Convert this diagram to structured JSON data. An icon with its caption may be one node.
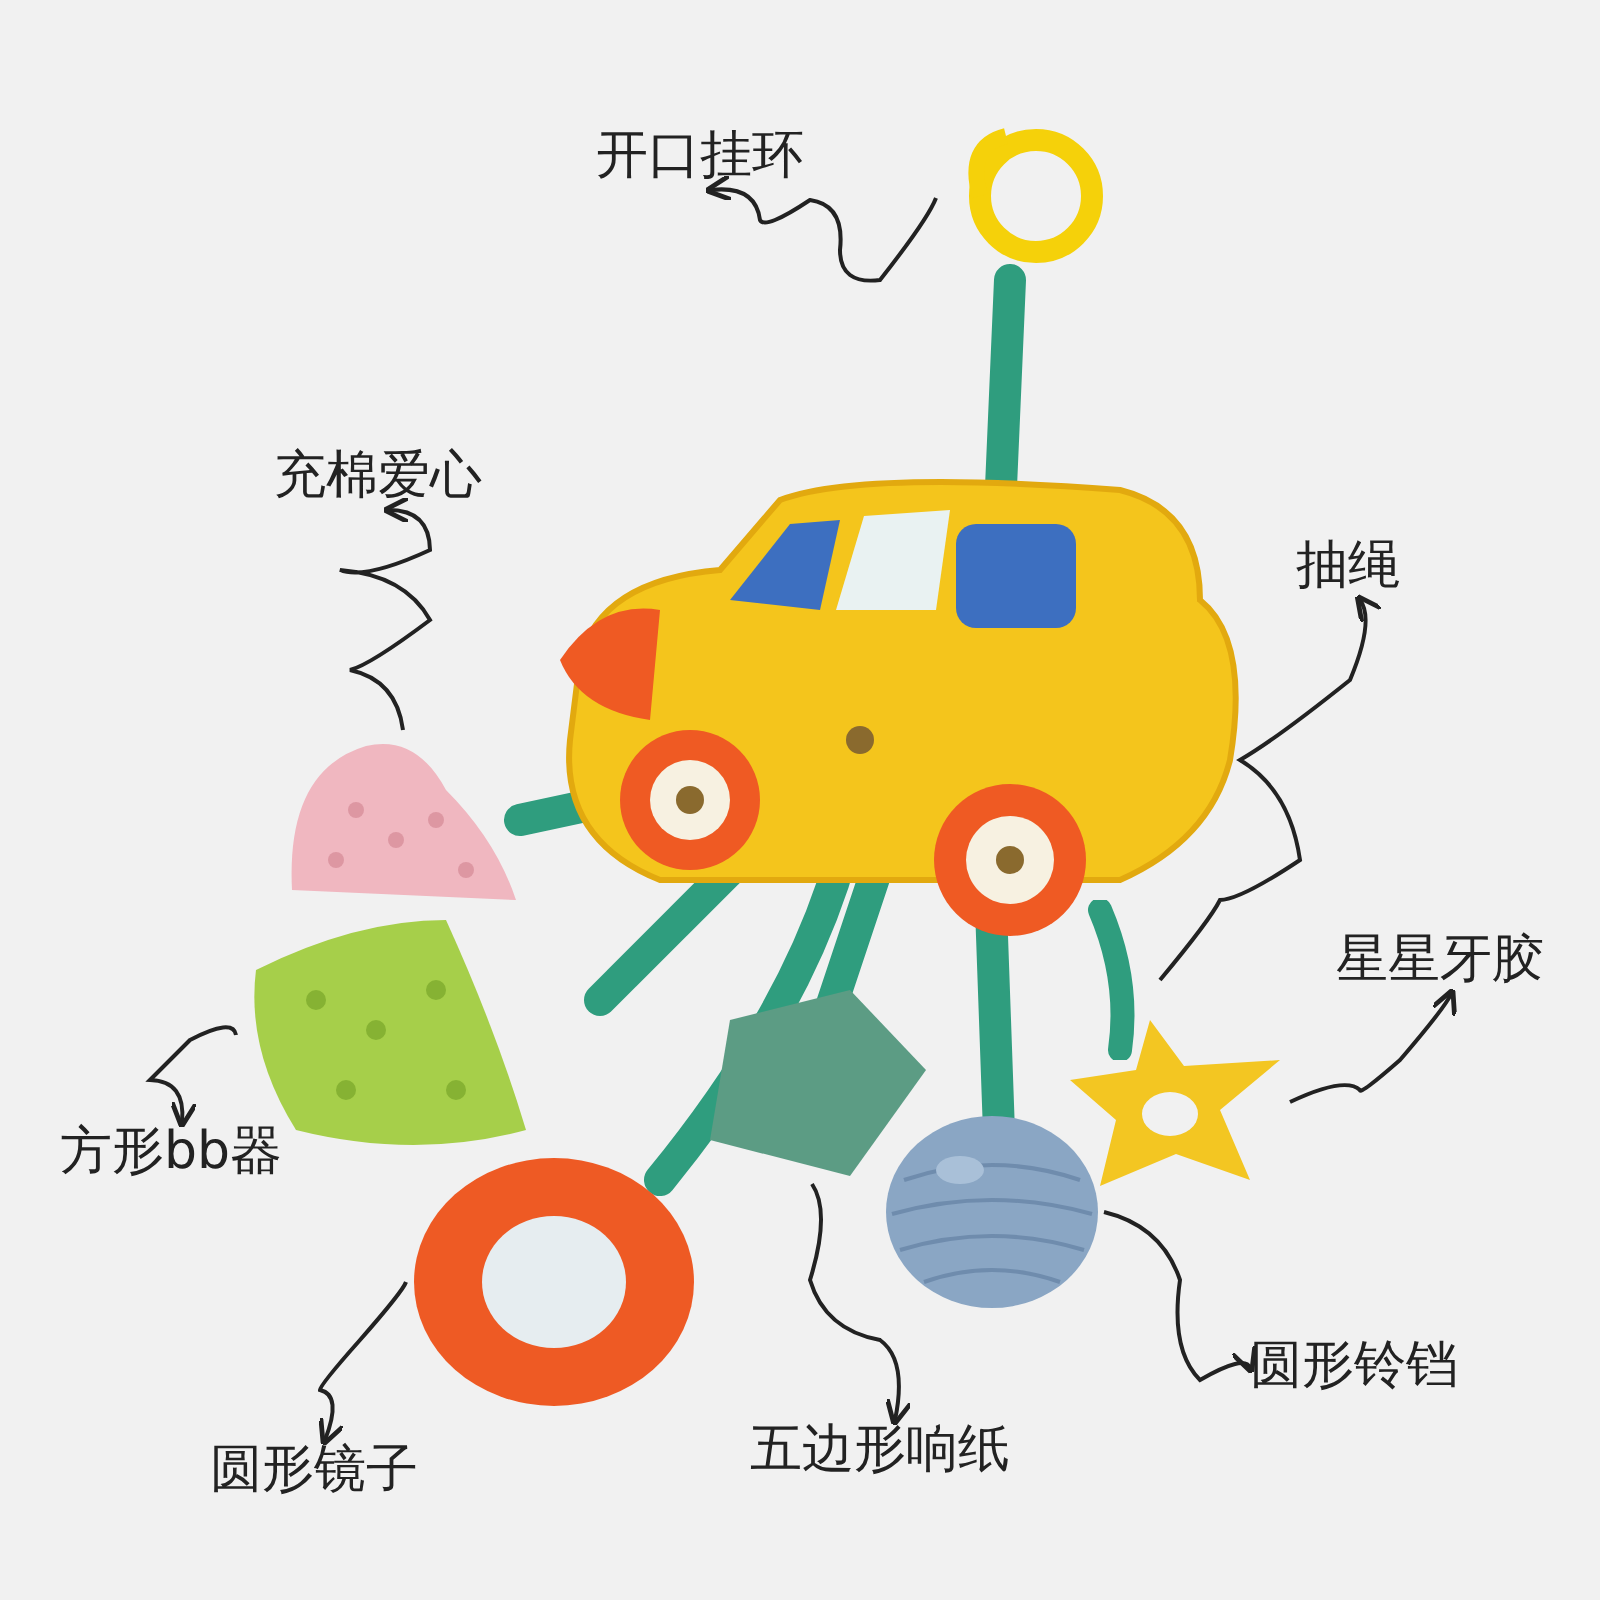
{
  "diagram": {
    "nodes": [
      {
        "text": [
          "开口挂环"
        ]
      },
      {
        "text": [
          "充棉爱心"
        ]
      },
      {
        "text": [
          "抽绳"
        ]
      },
      {
        "text": [
          "星星牙胶"
        ]
      },
      {
        "text": [
          "方形bb器"
        ]
      },
      {
        "text": [
          "圆形镜子"
        ]
      },
      {
        "text": [
          "五边形响纸"
        ]
      },
      {
        "text": [
          "圆形铃铛"
        ]
      },
      {
        "text": [],
        "shape": "picture"
      },
      {
        "text": [],
        "shape": "picture"
      },
      {
        "text": [],
        "shape": "picture"
      },
      {
        "text": [],
        "shape": "picture"
      },
      {
        "text": [],
        "shape": "picture"
      },
      {
        "text": [],
        "shape": "picture"
      },
      {
        "text": [],
        "shape": "picture"
      },
      {
        "text": [],
        "shape": "picture"
      }
    ],
    "edges": [
      {
        "from": 8,
        "to": 0,
        "arrow": "to"
      },
      {
        "from": 9,
        "to": 1,
        "arrow": "to"
      },
      {
        "from": 10,
        "to": 2,
        "arrow": "to"
      },
      {
        "from": 11,
        "to": 3,
        "arrow": "to"
      },
      {
        "from": 12,
        "to": 4,
        "arrow": "to"
      },
      {
        "from": 13,
        "to": 5,
        "arrow": "to"
      },
      {
        "from": 14,
        "to": 6,
        "arrow": "to"
      },
      {
        "from": 15,
        "to": 7,
        "arrow": "to"
      }
    ]
  }
}
